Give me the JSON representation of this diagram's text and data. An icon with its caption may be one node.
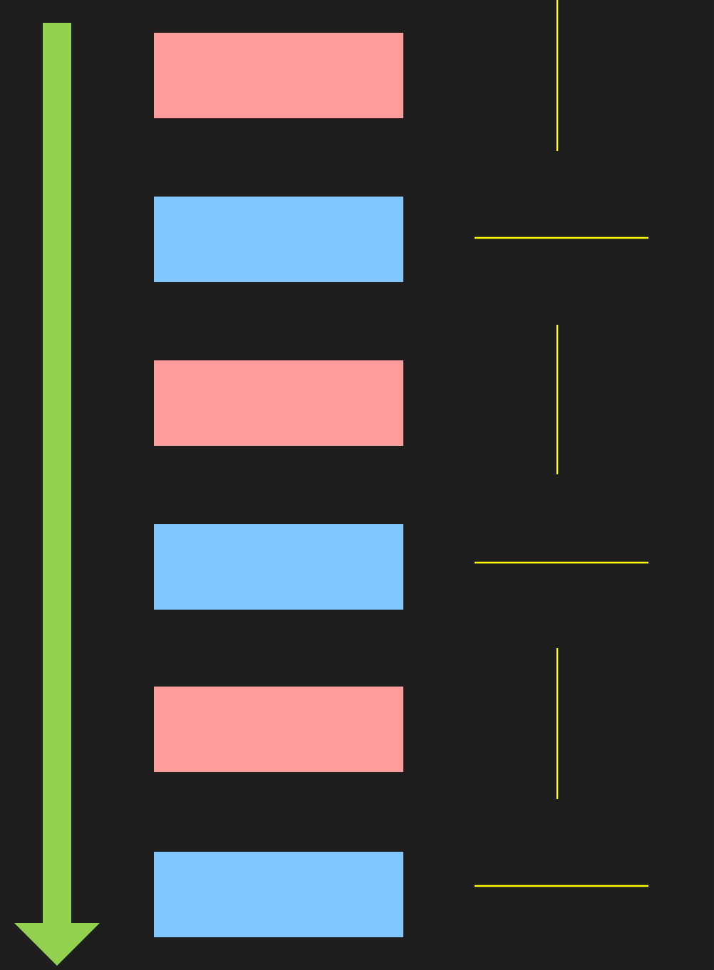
{
  "diagram": {
    "nodes": [
      {
        "text": [],
        "shape": "box"
      },
      {
        "text": [],
        "shape": "box"
      },
      {
        "text": [],
        "shape": "box"
      },
      {
        "text": [],
        "shape": "box"
      },
      {
        "text": [],
        "shape": "box"
      },
      {
        "text": [],
        "shape": "box"
      }
    ]
  }
}
